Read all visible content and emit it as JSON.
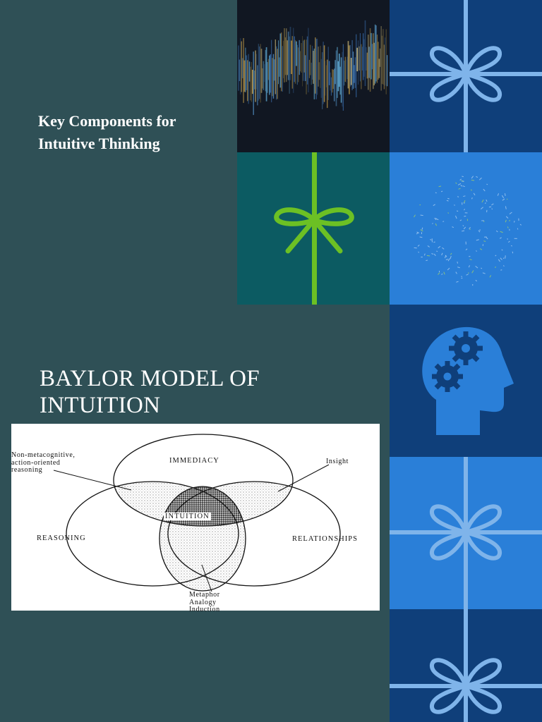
{
  "slide1": {
    "title": "Key Components for Intuitive Thinking"
  },
  "slide2": {
    "title": "BAYLOR MODEL OF INTUITION",
    "diagram": {
      "circle_labels": {
        "top": "IMMEDIACY",
        "left": "REASONING",
        "right": "RELATIONSHIPS",
        "center": "INTUITION"
      },
      "callouts": {
        "top_left": [
          "Non-metacognitive,",
          "action-oriented",
          "reasoning"
        ],
        "top_right": "Insight",
        "bottom": [
          "Metaphor",
          "Analogy",
          "Induction"
        ]
      }
    }
  },
  "colors": {
    "background": "#2f5056",
    "navy": "#0f3f7a",
    "bright_blue": "#2a7fd8",
    "teal": "#0c5b62",
    "green_ribbon": "#6cc024",
    "light_ribbon": "#7fb4ea"
  },
  "icons": [
    "bow-icon",
    "head-gears-icon",
    "sparkle-dots-icon",
    "light-streaks-image"
  ]
}
